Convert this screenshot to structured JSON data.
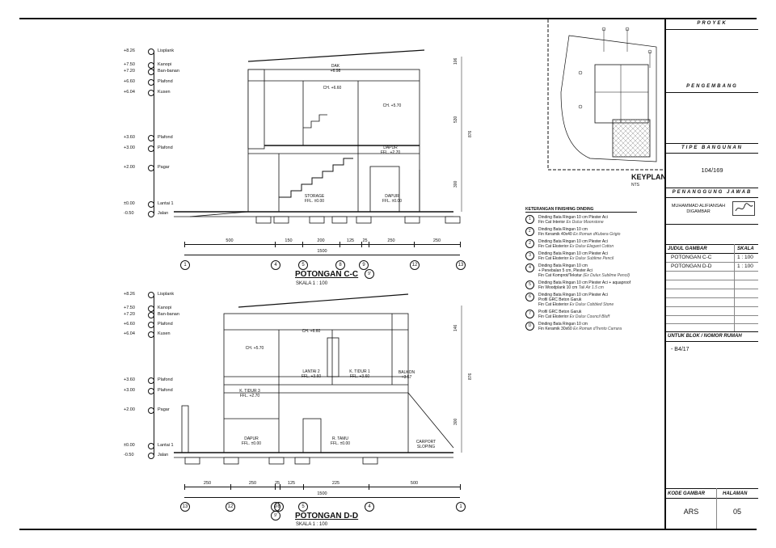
{
  "titleblock": {
    "proyek": "PROYEK",
    "pengembang": "PENGEMBANG",
    "tipe_bangunan": "TIPE BANGUNAN",
    "tipe_value": "104/169",
    "penanggung_jawab": "PENANGGUNG JAWAB",
    "person_name": "MUHAMMAD ALIFIANSAH",
    "person_role": "DIGAMBAR",
    "judul_gambar": "JUDUL GAMBAR",
    "skala": "SKALA",
    "rows": [
      {
        "judul": "POTONGAN C-C",
        "skala": "1 : 100"
      },
      {
        "judul": "POTONGAN D-D",
        "skala": "1 : 100"
      }
    ],
    "untuk_blok": "UNTUK BLOK / NOMOR RUMAH",
    "blok_value": "- B4/17",
    "kode_gambar": "KODE GAMBAR",
    "halaman": "HALAMAN",
    "kode_value": "ARS",
    "halaman_value": "05"
  },
  "keyplan": {
    "title": "KEYPLAN",
    "sub": "NTS"
  },
  "legend": {
    "title": "KETERANGAN FINISHING DINDING",
    "items": [
      {
        "sym": "1",
        "lines": [
          "Dinding Bata Ringan 10 cm Plester Aci",
          "Fin Cat Interior"
        ],
        "note": "Ex Dulux Moonstone"
      },
      {
        "sym": "1'",
        "lines": [
          "Dinding Bata Ringan 10 cm",
          "Fin Keramik 40x40"
        ],
        "note": "Ex Roman dKubera Grigio"
      },
      {
        "sym": "2",
        "lines": [
          "Dinding Bata Ringan 10 cm Plester Aci",
          "Fin Cat Eksterior"
        ],
        "note": "Ex Dulux Elegant Cotton"
      },
      {
        "sym": "3",
        "lines": [
          "Dinding Bata Ringan 10 cm Plester Aci",
          "Fin Cat Eksterior"
        ],
        "note": "Ex Dulux Sublime Pencil"
      },
      {
        "sym": "4",
        "lines": [
          "Dinding Bata Ringan 10 cm",
          "+ Penebalan 5 cm, Plester Aci",
          "Fin Cat Komprot/Tekstur"
        ],
        "note": "(Ex Dulux Sublime Pencil)"
      },
      {
        "sym": "5",
        "lines": [
          "Dinding Bata Ringan 10 cm Plester Aci + aquaproof",
          "Fin Woodplank 10 cm"
        ],
        "note": "Tali Air 1.5 cm"
      },
      {
        "sym": "6",
        "lines": [
          "Dinding Bata Ringan 10 cm Plester Aci",
          "Profil GRC Beton Garuk",
          "Fin Cat Eksterior"
        ],
        "note": "Ex Dulux Cobbled Stone"
      },
      {
        "sym": "7",
        "lines": [
          "Profil GRC Beton Garuk",
          "Fin Cat Eksterior"
        ],
        "note": "Ex Dulux Council Bluff"
      },
      {
        "sym": "D",
        "lines": [
          "Dinding Bata Ringan 10 cm",
          "Fin Keramik 30x60"
        ],
        "note": "Ex Roman dTrento Carrara"
      }
    ]
  },
  "levels": [
    {
      "value": "+8.26",
      "name": "Lisplank"
    },
    {
      "value": "+7.50",
      "name": "Kanopi"
    },
    {
      "value": "+7.20",
      "name": "Ban-banan"
    },
    {
      "value": "+6.60",
      "name": "Plafond"
    },
    {
      "value": "+6.04",
      "name": "Kusen"
    },
    {
      "value": "+3.60",
      "name": "Plafond"
    },
    {
      "value": "+3.00",
      "name": "Plafond"
    },
    {
      "value": "+2.00",
      "name": "Pagar"
    },
    {
      "value": "±0.00",
      "name": "Lantai 1"
    },
    {
      "value": "-0.50",
      "name": "Jalan"
    }
  ],
  "section_cc": {
    "title": "POTONGAN C-C",
    "scale": "SKALA 1 : 100",
    "dims": [
      "500",
      "150",
      "200",
      "125",
      "25",
      "250",
      "250"
    ],
    "total": "1500",
    "grids": [
      "1",
      "4",
      "5",
      "8",
      "9",
      "12",
      "13"
    ],
    "grid_sub": "9'",
    "rooms": [
      {
        "name": "DAK",
        "level": "+6.98"
      },
      {
        "name": "CH. +6.60",
        "level": ""
      },
      {
        "name": "CH. +5.70",
        "level": ""
      },
      {
        "name": "DAPUR",
        "level": "FFL. +2.70"
      },
      {
        "name": "STORAGE",
        "level": "FFL. ±0.00"
      },
      {
        "name": "DAPUR",
        "level": "FFL. ±0.00"
      }
    ]
  },
  "section_dd": {
    "title": "POTONGAN D-D",
    "scale": "SKALA 1 : 100",
    "dims": [
      "250",
      "250",
      "25",
      "125",
      "225",
      "500"
    ],
    "total": "1500",
    "grids": [
      "13",
      "12",
      "9",
      "8",
      "5",
      "4",
      "1"
    ],
    "grid_sub": "9'",
    "rooms": [
      {
        "name": "CH. +6.60",
        "level": ""
      },
      {
        "name": "CH. +5.70",
        "level": ""
      },
      {
        "name": "LANTAI 2",
        "level": "FFL. +3.60"
      },
      {
        "name": "K. TIDUR 1",
        "level": "FFL. +3.60"
      },
      {
        "name": "BALKON",
        "level": "+3.57"
      },
      {
        "name": "K. TIDUR 3",
        "level": "FFL. +2.70"
      },
      {
        "name": "DAPUR",
        "level": "FFL. ±0.00"
      },
      {
        "name": "R. TAMU",
        "level": "FFL. ±0.00"
      },
      {
        "name": "CARPORT",
        "level": "SLOPING"
      }
    ]
  }
}
